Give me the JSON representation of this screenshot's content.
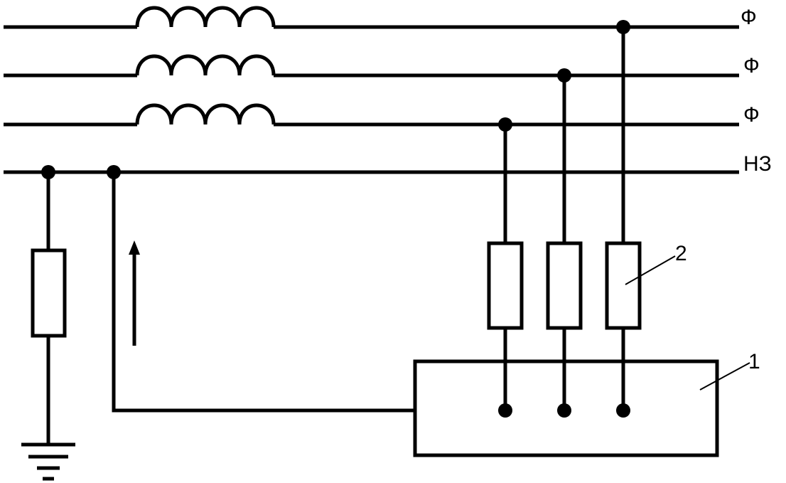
{
  "lines": [
    {
      "label": "Ф"
    },
    {
      "label": "Ф"
    },
    {
      "label": "Ф"
    },
    {
      "label": "НЗ"
    }
  ],
  "callouts": [
    {
      "label": "1"
    },
    {
      "label": "2"
    }
  ],
  "colors": {
    "stroke": "#000000",
    "background": "#ffffff"
  }
}
